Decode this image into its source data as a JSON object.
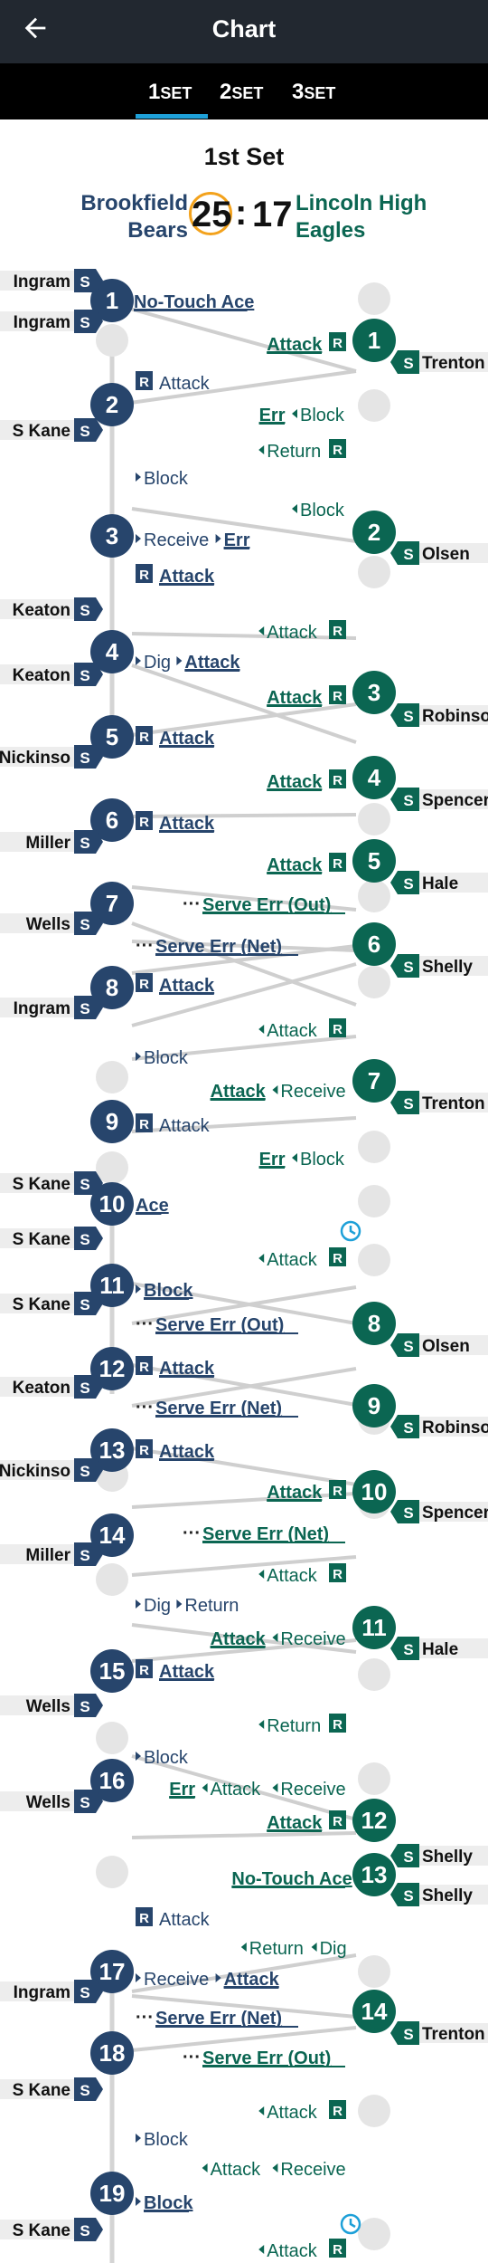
{
  "header": {
    "title": "Chart",
    "back_icon": "arrow-left-icon"
  },
  "set_tabs": [
    {
      "num": "1",
      "suffix": "SET",
      "active": true
    },
    {
      "num": "2",
      "suffix": "SET",
      "active": false
    },
    {
      "num": "3",
      "suffix": "SET",
      "active": false
    }
  ],
  "set_title": "1st Set",
  "score": {
    "home_line1": "Brookfield",
    "home_line2": "Bears",
    "home_score": "25",
    "separator": ":",
    "away_score": "17",
    "away_line1": "Lincoln High",
    "away_line2": "Eagles"
  },
  "colors": {
    "home": "#27456c",
    "away": "#0b6652",
    "empty": "#e5e5e5",
    "connector": "#cfcfcf",
    "spine": "#d4d4d4",
    "timeout": "#1ea0d8",
    "bg": "#ffffff"
  },
  "home_players": [
    {
      "name": "Ingram",
      "badge": "S"
    },
    {
      "name": "Ingram",
      "badge": "S"
    },
    {
      "name": "S Kane",
      "badge": "S"
    },
    {
      "name": "Keaton",
      "badge": "S"
    },
    {
      "name": "Keaton",
      "badge": "S"
    },
    {
      "name": "Nickinso",
      "badge": "S"
    },
    {
      "name": "Miller",
      "badge": "S"
    },
    {
      "name": "Wells",
      "badge": "S"
    },
    {
      "name": "Ingram",
      "badge": "S"
    },
    {
      "name": "S Kane",
      "badge": "S"
    },
    {
      "name": "S Kane",
      "badge": "S"
    },
    {
      "name": "S Kane",
      "badge": "S"
    },
    {
      "name": "Keaton",
      "badge": "S"
    },
    {
      "name": "Nickinso",
      "badge": "S"
    },
    {
      "name": "Miller",
      "badge": "S"
    },
    {
      "name": "Wells",
      "badge": "S"
    },
    {
      "name": "Wells",
      "badge": "S"
    },
    {
      "name": "Ingram",
      "badge": "S"
    },
    {
      "name": "S Kane",
      "badge": "S"
    },
    {
      "name": "S Kane",
      "badge": "S"
    }
  ],
  "away_players": [
    {
      "name": "Trenton",
      "badge": "S"
    },
    {
      "name": "Olsen",
      "badge": "S"
    },
    {
      "name": "Robinso",
      "badge": "S"
    },
    {
      "name": "Spencer",
      "badge": "S"
    },
    {
      "name": "Hale",
      "badge": "S"
    },
    {
      "name": "Shelly",
      "badge": "S"
    },
    {
      "name": "Trenton",
      "badge": "S"
    },
    {
      "name": "Olsen",
      "badge": "S"
    },
    {
      "name": "Robinso",
      "badge": "S"
    },
    {
      "name": "Spencer",
      "badge": "S"
    },
    {
      "name": "Hale",
      "badge": "S"
    },
    {
      "name": "Shelly",
      "badge": "S"
    },
    {
      "name": "Shelly",
      "badge": "S"
    },
    {
      "name": "Trenton",
      "badge": "S"
    }
  ],
  "home_points": [
    "1",
    "2",
    "3",
    "4",
    "5",
    "6",
    "7",
    "8",
    "9",
    "10",
    "11",
    "12",
    "13",
    "14",
    "15",
    "16",
    "17",
    "18",
    "19"
  ],
  "away_points": [
    "1",
    "2",
    "3",
    "4",
    "5",
    "6",
    "7",
    "8",
    "9",
    "10",
    "11",
    "12",
    "13",
    "14"
  ],
  "home_labels": [
    {
      "parts": [
        {
          "t": "No-Touch Ace",
          "u": true
        }
      ]
    },
    {
      "parts": [
        {
          "t": "R",
          "box": true
        },
        {
          "t": "Attack"
        }
      ]
    },
    {
      "parts": [
        {
          "t": "Block",
          "arrow": true
        }
      ]
    },
    {
      "parts": [
        {
          "t": "Receive",
          "arrow": true
        },
        {
          "t": "Err",
          "u": true,
          "arrow": true
        }
      ]
    },
    {
      "parts": [
        {
          "t": "R",
          "box": true
        },
        {
          "t": "Attack",
          "u": true
        }
      ]
    },
    {
      "parts": [
        {
          "t": "Dig",
          "arrow": true
        },
        {
          "t": "Attack",
          "u": true,
          "arrow": true
        }
      ]
    },
    {
      "parts": [
        {
          "t": "R",
          "box": true
        },
        {
          "t": "Attack",
          "u": true
        }
      ]
    },
    {
      "parts": [
        {
          "t": "R",
          "box": true
        },
        {
          "t": "Attack",
          "u": true
        }
      ]
    },
    {
      "parts": [
        {
          "t": "Serve Err (Net)",
          "u": true,
          "dots": true
        }
      ]
    },
    {
      "parts": [
        {
          "t": "R",
          "box": true
        },
        {
          "t": "Attack",
          "u": true
        }
      ]
    },
    {
      "parts": [
        {
          "t": "Block",
          "arrow": true
        }
      ]
    },
    {
      "parts": [
        {
          "t": "R",
          "box": true
        },
        {
          "t": "Attack"
        }
      ]
    },
    {
      "parts": [
        {
          "t": "Ace",
          "u": true
        }
      ]
    },
    {
      "parts": [
        {
          "t": "Block",
          "u": true,
          "arrow": true
        }
      ]
    },
    {
      "parts": [
        {
          "t": "Serve Err (Out)",
          "u": true,
          "dots": true
        }
      ]
    },
    {
      "parts": [
        {
          "t": "R",
          "box": true
        },
        {
          "t": "Attack",
          "u": true
        }
      ]
    },
    {
      "parts": [
        {
          "t": "Serve Err (Net)",
          "u": true,
          "dots": true
        }
      ]
    },
    {
      "parts": [
        {
          "t": "R",
          "box": true
        },
        {
          "t": "Attack",
          "u": true
        }
      ]
    },
    {
      "parts": [
        {
          "t": "Dig",
          "arrow": true
        },
        {
          "t": "Return",
          "arrow": true
        }
      ]
    },
    {
      "parts": [
        {
          "t": "R",
          "box": true
        },
        {
          "t": "Attack",
          "u": true
        }
      ]
    },
    {
      "parts": [
        {
          "t": "Block",
          "arrow": true
        }
      ]
    },
    {
      "parts": [
        {
          "t": "R",
          "box": true
        },
        {
          "t": "Attack"
        }
      ]
    },
    {
      "parts": [
        {
          "t": "Receive",
          "arrow": true
        },
        {
          "t": "Attack",
          "u": true,
          "arrow": true
        }
      ]
    },
    {
      "parts": [
        {
          "t": "Serve Err (Net)",
          "u": true,
          "dots": true
        }
      ]
    },
    {
      "parts": [
        {
          "t": "Block",
          "arrow": true
        }
      ]
    },
    {
      "parts": [
        {
          "t": "Block",
          "u": true,
          "arrow": true
        }
      ]
    }
  ],
  "away_labels": [
    {
      "parts": [
        {
          "t": "Attack",
          "u": true
        },
        {
          "t": "R",
          "box": true
        }
      ]
    },
    {
      "parts": [
        {
          "t": "Err",
          "u": true
        },
        {
          "t": "Block",
          "arrow": true
        }
      ]
    },
    {
      "parts": [
        {
          "t": "Return",
          "arrow": true
        },
        {
          "t": "R",
          "box": true
        }
      ]
    },
    {
      "parts": [
        {
          "t": "Block",
          "arrow": true
        }
      ]
    },
    {
      "parts": [
        {
          "t": "Attack",
          "arrow": true
        },
        {
          "t": "R",
          "box": true
        }
      ]
    },
    {
      "parts": [
        {
          "t": "Attack",
          "u": true
        },
        {
          "t": "R",
          "box": true
        }
      ]
    },
    {
      "parts": [
        {
          "t": "Attack",
          "u": true
        },
        {
          "t": "R",
          "box": true
        }
      ]
    },
    {
      "parts": [
        {
          "t": "Attack",
          "u": true
        },
        {
          "t": "R",
          "box": true
        }
      ]
    },
    {
      "parts": [
        {
          "t": "Serve Err (Out)",
          "u": true,
          "dots": true
        }
      ]
    },
    {
      "parts": [
        {
          "t": "Attack",
          "arrow": true
        },
        {
          "t": "R",
          "box": true
        }
      ]
    },
    {
      "parts": [
        {
          "t": "Attack",
          "u": true
        },
        {
          "t": "Receive",
          "arrow": true
        }
      ]
    },
    {
      "parts": [
        {
          "t": "Err",
          "u": true
        },
        {
          "t": "Block",
          "arrow": true
        }
      ]
    },
    {
      "parts": [
        {
          "t": "Attack",
          "arrow": true
        },
        {
          "t": "R",
          "box": true
        }
      ]
    },
    {
      "parts": [
        {
          "t": "Attack",
          "u": true
        },
        {
          "t": "R",
          "box": true
        }
      ]
    },
    {
      "parts": [
        {
          "t": "Serve Err (Net)",
          "u": true,
          "dots": true
        }
      ]
    },
    {
      "parts": [
        {
          "t": "Attack",
          "arrow": true
        },
        {
          "t": "R",
          "box": true
        }
      ]
    },
    {
      "parts": [
        {
          "t": "Attack",
          "u": true
        },
        {
          "t": "Receive",
          "arrow": true
        }
      ]
    },
    {
      "parts": [
        {
          "t": "Return",
          "arrow": true
        },
        {
          "t": "R",
          "box": true
        }
      ]
    },
    {
      "parts": [
        {
          "t": "Err",
          "u": true
        },
        {
          "t": "Attack",
          "arrow": true
        },
        {
          "t": "Receive",
          "arrow": true
        }
      ]
    },
    {
      "parts": [
        {
          "t": "Attack",
          "u": true
        },
        {
          "t": "R",
          "box": true
        }
      ]
    },
    {
      "parts": [
        {
          "t": "No-Touch Ace",
          "u": true
        }
      ]
    },
    {
      "parts": [
        {
          "t": "Return",
          "arrow": true
        },
        {
          "t": "Dig",
          "arrow": true
        }
      ]
    },
    {
      "parts": [
        {
          "t": "Serve Err (Out)",
          "u": true,
          "dots": true
        }
      ]
    },
    {
      "parts": [
        {
          "t": "Attack",
          "arrow": true
        },
        {
          "t": "R",
          "box": true
        }
      ]
    },
    {
      "parts": [
        {
          "t": "Attack",
          "arrow": true
        },
        {
          "t": "Receive",
          "arrow": true
        }
      ]
    },
    {
      "parts": [
        {
          "t": "Attack",
          "arrow": true
        },
        {
          "t": "R",
          "box": true
        }
      ]
    }
  ],
  "timeout_icon": "clock-icon"
}
